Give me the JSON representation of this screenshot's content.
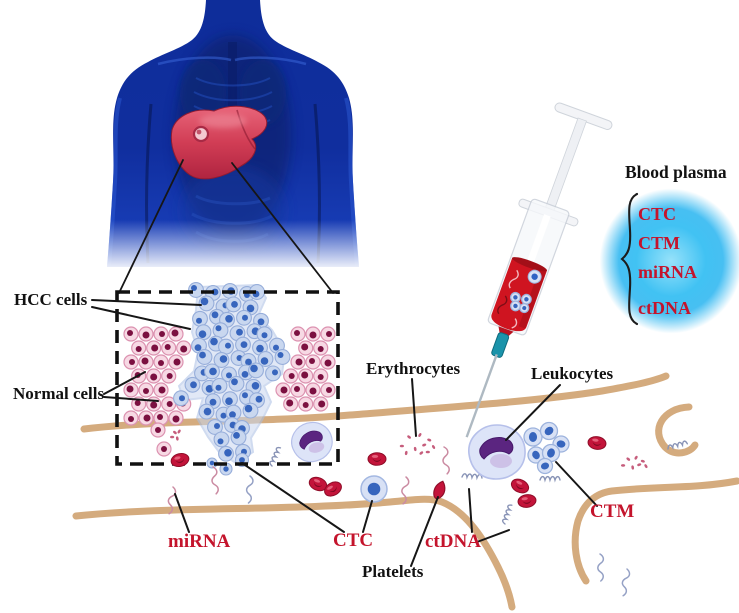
{
  "labels": {
    "hcc_cells": "HCC cells",
    "normal_cells": "Normal cells",
    "erythrocytes": "Erythrocytes",
    "leukocytes": "Leukocytes",
    "platelets": "Platelets",
    "mirna": "miRNA",
    "ctc": "CTC",
    "ctdna": "ctDNA",
    "ctm": "CTM"
  },
  "plasma_panel": {
    "title": "Blood plasma",
    "items": [
      "CTC",
      "CTM",
      "miRNA",
      "ctDNA"
    ]
  },
  "colors": {
    "ink": "#111111",
    "red_label": "#c4142c",
    "vessel_wall": "#d4ab7e",
    "plasma_glow": "#2eb6f0",
    "hcc_cell": "#c9d7ef",
    "hcc_nucleus": "#3765bd",
    "normal_cell": "#f7d9e4",
    "normal_nucleus": "#7b1040",
    "erythrocyte": "#c3143a",
    "blood": "#cf1420",
    "leukocyte_nucleus": "#5b2580",
    "body_blue": "#102e9e",
    "liver_red": "#d13d55"
  }
}
